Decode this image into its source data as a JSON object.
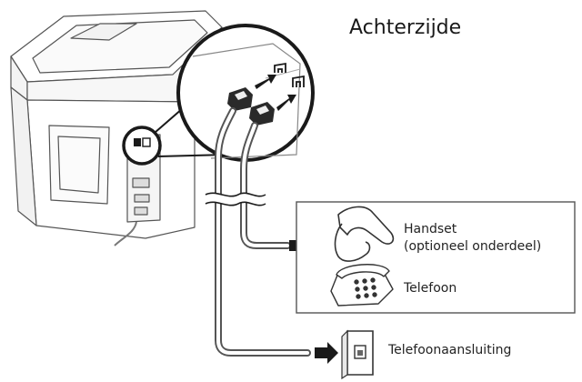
{
  "diagram": {
    "title": "Achterzijde",
    "handset_label_line1": "Handset",
    "handset_label_line2": "(optioneel onderdeel)",
    "telephone_label": "Telefoon",
    "wall_jack_label": "Telefoonaansluiting"
  }
}
